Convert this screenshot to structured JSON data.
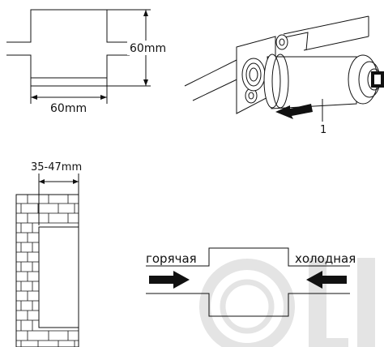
{
  "labels": {
    "height_dim": "60mm",
    "width_dim": "60mm",
    "callout_number": "1",
    "wall_depth": "35-47mm",
    "hot": "горячая",
    "cold": "холодная"
  },
  "colors": {
    "line": "#111111",
    "watermark": "#e6e6e6",
    "arrow": "#111111"
  }
}
